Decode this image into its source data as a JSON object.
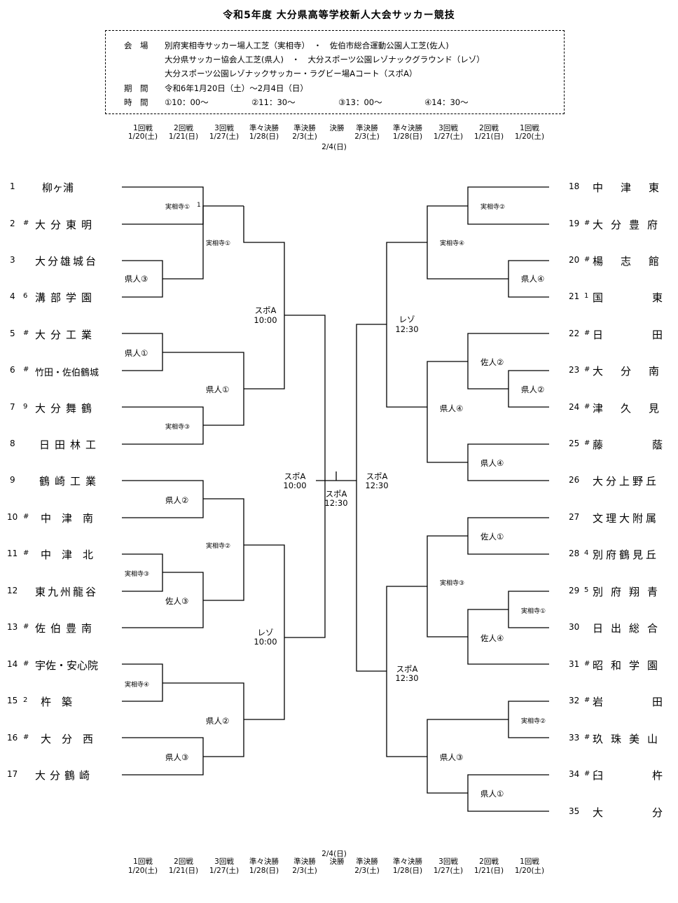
{
  "title": "令和5年度 大分県高等学校新人大会サッカー競技",
  "info": {
    "venue_label": "会　場",
    "venue_line1": "別府実相寺サッカー場人工芝（実相寺）　・　佐伯市総合運動公園人工芝(佐人)",
    "venue_line2": "大分県サッカー協会人工芝(県人)　・　大分スポーツ公園レゾナックグラウンド（レゾ）",
    "venue_line3": "大分スポーツ公園レゾナックサッカー・ラグビー場Aコート（スポA）",
    "period_label": "期　間",
    "period_value": "令和6年1月20日（土）～2月4日（日）",
    "time_label": "時　間",
    "times": [
      "①10：00～",
      "②11：30～",
      "③13：00～",
      "④14：30～"
    ]
  },
  "rounds": [
    {
      "label": "1回戦",
      "date": "1/20(土)"
    },
    {
      "label": "2回戦",
      "date": "1/21(日)"
    },
    {
      "label": "3回戦",
      "date": "1/27(土)"
    },
    {
      "label": "準々決勝",
      "date": "1/28(日)"
    },
    {
      "label": "準決勝",
      "date": "2/3(土)"
    },
    {
      "label": "決勝",
      "date": ""
    },
    {
      "label": "準決勝",
      "date": "2/3(土)"
    },
    {
      "label": "準々決勝",
      "date": "1/28(日)"
    },
    {
      "label": "3回戦",
      "date": "1/27(土)"
    },
    {
      "label": "2回戦",
      "date": "1/21(日)"
    },
    {
      "label": "1回戦",
      "date": "1/20(土)"
    }
  ],
  "final_date": "2/4(日)",
  "teams_left": [
    {
      "num": "1",
      "mark": "",
      "name": "柳ヶ浦"
    },
    {
      "num": "2",
      "mark": "#",
      "name": "大分東明"
    },
    {
      "num": "3",
      "mark": "",
      "name": "大分雄城台"
    },
    {
      "num": "4",
      "mark": "6",
      "name": "溝部学園"
    },
    {
      "num": "5",
      "mark": "#",
      "name": "大分工業"
    },
    {
      "num": "6",
      "mark": "#",
      "name": "竹田・佐伯鶴城"
    },
    {
      "num": "7",
      "mark": "9",
      "name": "大分舞鶴"
    },
    {
      "num": "8",
      "mark": "",
      "name": "日田林工"
    },
    {
      "num": "9",
      "mark": "",
      "name": "鶴崎工業"
    },
    {
      "num": "10",
      "mark": "#",
      "name": "中津南"
    },
    {
      "num": "11",
      "mark": "#",
      "name": "中津北"
    },
    {
      "num": "12",
      "mark": "",
      "name": "東九州龍谷"
    },
    {
      "num": "13",
      "mark": "#",
      "name": "佐伯豊南"
    },
    {
      "num": "14",
      "mark": "#",
      "name": "宇佐・安心院"
    },
    {
      "num": "15",
      "mark": "2",
      "name": "杵　築"
    },
    {
      "num": "16",
      "mark": "#",
      "name": "大分西"
    },
    {
      "num": "17",
      "mark": "",
      "name": "大分鶴崎"
    }
  ],
  "teams_right": [
    {
      "num": "18",
      "mark": "",
      "name": "中津東"
    },
    {
      "num": "19",
      "mark": "#",
      "name": "大分豊府"
    },
    {
      "num": "20",
      "mark": "#",
      "name": "楊志館"
    },
    {
      "num": "21",
      "mark": "1",
      "name": "国東"
    },
    {
      "num": "22",
      "mark": "#",
      "name": "日田"
    },
    {
      "num": "23",
      "mark": "#",
      "name": "大分南"
    },
    {
      "num": "24",
      "mark": "#",
      "name": "津久見"
    },
    {
      "num": "25",
      "mark": "#",
      "name": "藤蔭"
    },
    {
      "num": "26",
      "mark": "",
      "name": "大分上野丘"
    },
    {
      "num": "27",
      "mark": "",
      "name": "文理大附属"
    },
    {
      "num": "28",
      "mark": "4",
      "name": "別府鶴見丘"
    },
    {
      "num": "29",
      "mark": "5",
      "name": "別府翔青"
    },
    {
      "num": "30",
      "mark": "",
      "name": "日出総合"
    },
    {
      "num": "31",
      "mark": "#",
      "name": "昭和学園"
    },
    {
      "num": "32",
      "mark": "#",
      "name": "岩田"
    },
    {
      "num": "33",
      "mark": "#",
      "name": "玖珠美山"
    },
    {
      "num": "34",
      "mark": "#",
      "name": "臼杵"
    },
    {
      "num": "35",
      "mark": "",
      "name": "大分"
    }
  ],
  "venues_left": {
    "m1": "実相寺①",
    "m1_mark": "1",
    "m2": "県人③",
    "r2a": "実相寺①",
    "m5": "県人①",
    "m7": "実相寺③",
    "r2b": "県人①",
    "qf1": "スポA",
    "qf1_time": "10:00",
    "m9": "県人②",
    "m11": "実相寺③",
    "m12": "佐人③",
    "r2c": "実相寺②",
    "m14": "実相寺④",
    "r2d": "県人②",
    "m16": "県人③",
    "qf2": "レゾ",
    "qf2_time": "10:00",
    "sf": "スポA",
    "sf_time": "10:00"
  },
  "venues_right": {
    "m18": "実相寺②",
    "m20": "県人④",
    "r2a": "実相寺④",
    "m23": "県人②",
    "m22": "佐人②",
    "m25": "県人④",
    "r2b": "県人④",
    "qf1": "レゾ",
    "qf1_time": "12:30",
    "m27": "佐人①",
    "m29": "実相寺①",
    "m30": "佐人④",
    "r2c": "実相寺③",
    "m32": "実相寺②",
    "m34": "県人①",
    "r2d": "県人③",
    "qf2": "スポA",
    "qf2_time": "12:30",
    "sf": "スポA",
    "sf_time": "12:30"
  },
  "final": {
    "venue": "スポA",
    "time": "12:30"
  }
}
